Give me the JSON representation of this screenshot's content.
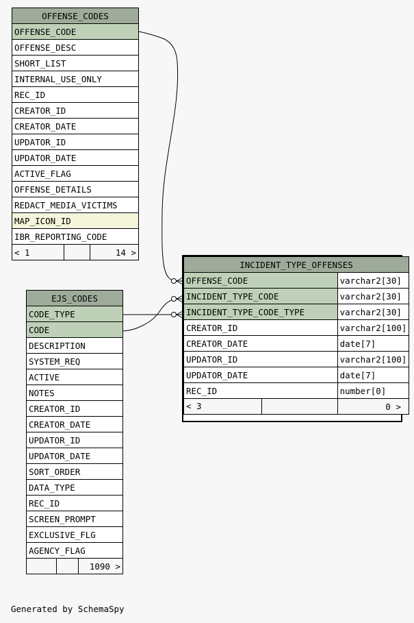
{
  "offense_codes": {
    "title": "OFFENSE_CODES",
    "columns": [
      {
        "name": "OFFENSE_CODE",
        "kind": "pk"
      },
      {
        "name": "OFFENSE_DESC",
        "kind": ""
      },
      {
        "name": "SHORT_LIST",
        "kind": ""
      },
      {
        "name": "INTERNAL_USE_ONLY",
        "kind": ""
      },
      {
        "name": "REC_ID",
        "kind": ""
      },
      {
        "name": "CREATOR_ID",
        "kind": ""
      },
      {
        "name": "CREATOR_DATE",
        "kind": ""
      },
      {
        "name": "UPDATOR_ID",
        "kind": ""
      },
      {
        "name": "UPDATOR_DATE",
        "kind": ""
      },
      {
        "name": "ACTIVE_FLAG",
        "kind": ""
      },
      {
        "name": "OFFENSE_DETAILS",
        "kind": ""
      },
      {
        "name": "REDACT_MEDIA_VICTIMS",
        "kind": ""
      },
      {
        "name": "MAP_ICON_ID",
        "kind": "idx"
      },
      {
        "name": "IBR_REPORTING_CODE",
        "kind": ""
      }
    ],
    "footer_left": "< 1",
    "footer_mid": "",
    "footer_right": "14 >"
  },
  "ejs_codes": {
    "title": "EJS_CODES",
    "columns": [
      {
        "name": "CODE_TYPE",
        "kind": "pk"
      },
      {
        "name": "CODE",
        "kind": "pk"
      },
      {
        "name": "DESCRIPTION",
        "kind": ""
      },
      {
        "name": "SYSTEM_REQ",
        "kind": ""
      },
      {
        "name": "ACTIVE",
        "kind": ""
      },
      {
        "name": "NOTES",
        "kind": ""
      },
      {
        "name": "CREATOR_ID",
        "kind": ""
      },
      {
        "name": "CREATOR_DATE",
        "kind": ""
      },
      {
        "name": "UPDATOR_ID",
        "kind": ""
      },
      {
        "name": "UPDATOR_DATE",
        "kind": ""
      },
      {
        "name": "SORT_ORDER",
        "kind": ""
      },
      {
        "name": "DATA_TYPE",
        "kind": ""
      },
      {
        "name": "REC_ID",
        "kind": ""
      },
      {
        "name": "SCREEN_PROMPT",
        "kind": ""
      },
      {
        "name": "EXCLUSIVE_FLG",
        "kind": ""
      },
      {
        "name": "AGENCY_FLAG",
        "kind": ""
      }
    ],
    "footer_left": "",
    "footer_mid": "",
    "footer_right": "1090 >"
  },
  "incident_type_offenses": {
    "title": "INCIDENT_TYPE_OFFENSES",
    "columns": [
      {
        "name": "OFFENSE_CODE",
        "type": "varchar2[30]",
        "kind": "pk"
      },
      {
        "name": "INCIDENT_TYPE_CODE",
        "type": "varchar2[30]",
        "kind": "pk"
      },
      {
        "name": "INCIDENT_TYPE_CODE_TYPE",
        "type": "varchar2[30]",
        "kind": "pk"
      },
      {
        "name": "CREATOR_ID",
        "type": "varchar2[100]",
        "kind": ""
      },
      {
        "name": "CREATOR_DATE",
        "type": "date[7]",
        "kind": ""
      },
      {
        "name": "UPDATOR_ID",
        "type": "varchar2[100]",
        "kind": ""
      },
      {
        "name": "UPDATOR_DATE",
        "type": "date[7]",
        "kind": ""
      },
      {
        "name": "REC_ID",
        "type": "number[0]",
        "kind": ""
      }
    ],
    "footer_left": "< 3",
    "footer_mid": "",
    "footer_right": "0 >"
  },
  "footer_note": "Generated by SchemaSpy"
}
